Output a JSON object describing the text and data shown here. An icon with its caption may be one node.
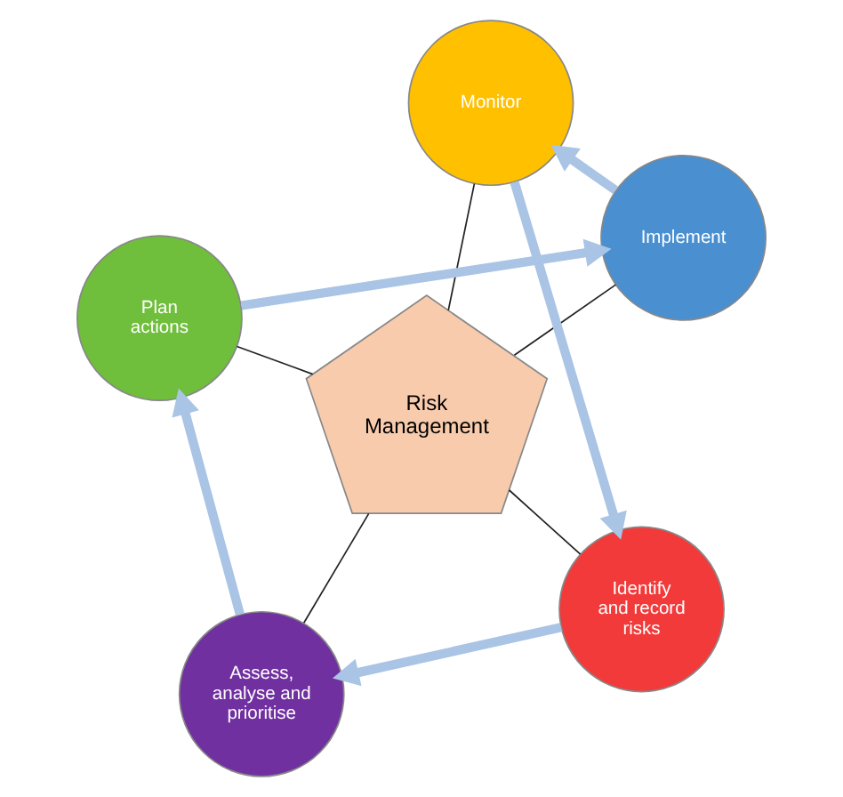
{
  "diagram": {
    "nodes": [
      {
        "text": [
          "Risk Management"
        ]
      },
      {
        "text": [
          "Identify and record risks"
        ]
      },
      {
        "text": [
          "Assess, analyse and prioritise"
        ]
      },
      {
        "text": [
          "Plan actions"
        ]
      },
      {
        "text": [
          "Implement"
        ]
      },
      {
        "text": [
          "Monitor"
        ]
      }
    ],
    "edges": [
      {
        "from": 0,
        "to": 1,
        "arrow": "none"
      },
      {
        "from": 0,
        "to": 2,
        "arrow": "none"
      },
      {
        "from": 0,
        "to": 3,
        "arrow": "none"
      },
      {
        "from": 0,
        "to": 4,
        "arrow": "none"
      },
      {
        "from": 0,
        "to": 5,
        "arrow": "none"
      },
      {
        "from": 1,
        "to": 2,
        "arrow": "to",
        "style": "thick",
        "color": "#a9c4e4"
      },
      {
        "from": 2,
        "to": 3,
        "arrow": "to",
        "style": "thick",
        "color": "#a9c4e4"
      },
      {
        "from": 3,
        "to": 4,
        "arrow": "to",
        "style": "thick",
        "color": "#a9c4e4"
      },
      {
        "from": 4,
        "to": 5,
        "arrow": "to",
        "style": "thick",
        "color": "#a9c4e4"
      },
      {
        "from": 5,
        "to": 1,
        "arrow": "to",
        "style": "thick",
        "color": "#a9c4e4"
      }
    ]
  }
}
